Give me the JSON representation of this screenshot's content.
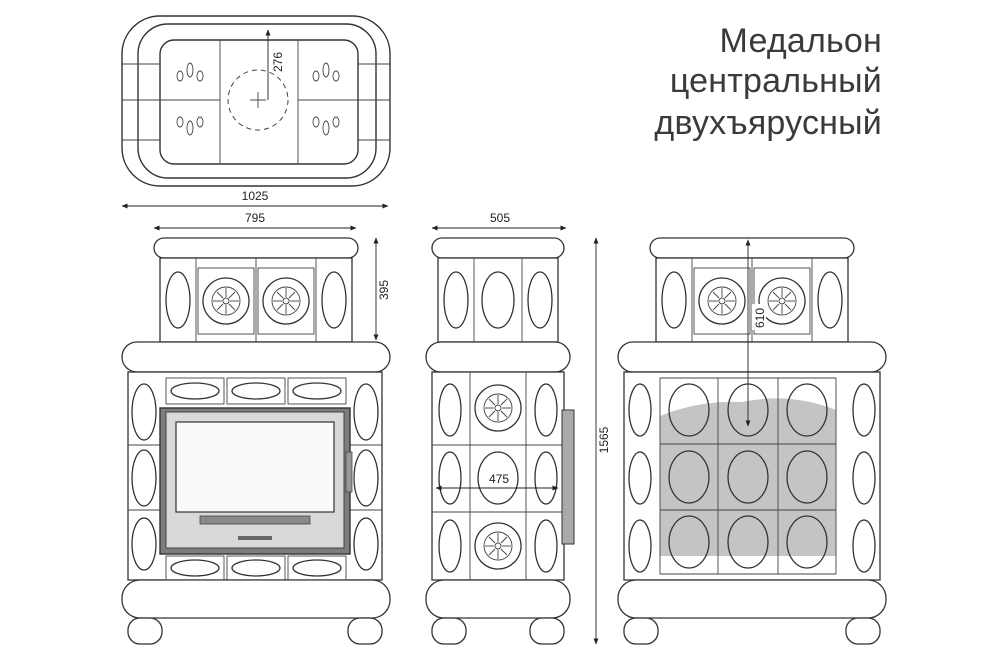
{
  "title": {
    "line1": "Медальон",
    "line2": "центральный",
    "line3": "двухъярусный"
  },
  "dimensions": {
    "top_depth": "276",
    "overall_width": "1025",
    "body_width": "795",
    "top_tier_height": "395",
    "side_width": "505",
    "total_height": "1565",
    "inner_side_width": "475",
    "back_height": "610"
  },
  "colors": {
    "line": "#333333",
    "shade": "#bdbdbd",
    "background": "#ffffff"
  }
}
